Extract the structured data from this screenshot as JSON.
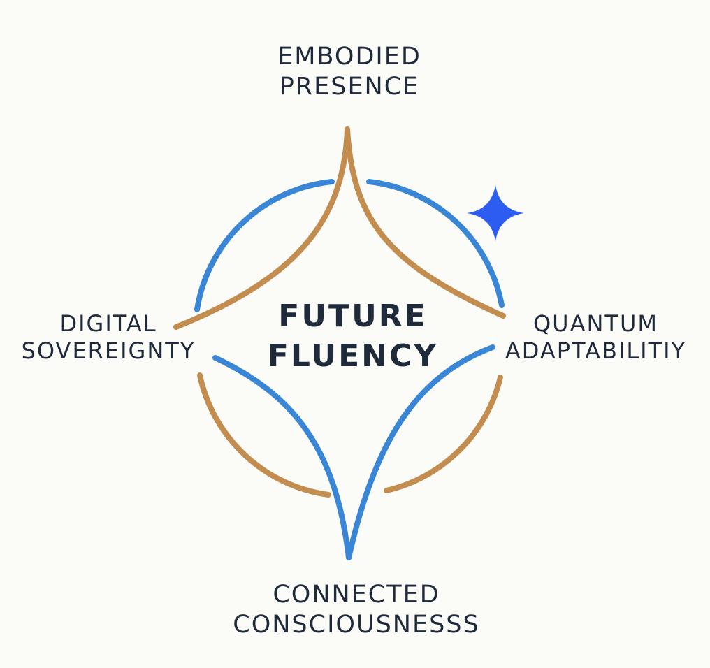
{
  "diagram": {
    "center": [
      "FUTURE",
      "FLUENCY"
    ],
    "top": [
      "EMBODIED",
      "PRESENCE"
    ],
    "left": [
      "DIGITAL",
      "SOVEREIGNTY"
    ],
    "right": [
      "QUANTUM",
      "ADAPTABILITIY"
    ],
    "bottom": [
      "CONNECTED",
      "CONSCIOUSNESSS"
    ]
  },
  "colors": {
    "blue": "#3a86d6",
    "gold": "#c28d4e",
    "star": "#2d5cf0",
    "text": "#1f2a3a"
  },
  "icons": {
    "accent": "sparkle-star-icon"
  }
}
